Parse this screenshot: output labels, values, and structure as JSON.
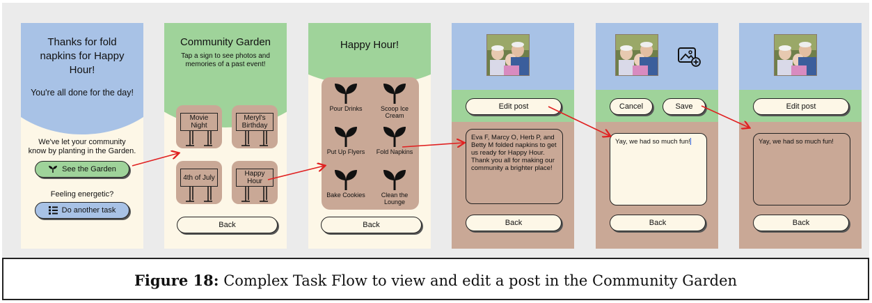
{
  "caption": {
    "label": "Figure 18:",
    "text": " Complex Task Flow to view and edit a post in the Community Garden"
  },
  "screen1": {
    "title_line1": "Thanks for fold",
    "title_line2": "napkins for Happy",
    "title_line3": "Hour!",
    "subtitle": "You're all done for the day!",
    "garden_msg_line1": "We've let your community",
    "garden_msg_line2": "know by planting in the Garden.",
    "see_garden_button": "See the Garden",
    "energetic_label": "Feeling energetic?",
    "another_task_button": "Do another task"
  },
  "screen2": {
    "title": "Community Garden",
    "subtitle_line1": "Tap a sign to see photos and",
    "subtitle_line2": "memories of a past event!",
    "signs": [
      {
        "line1": "Movie",
        "line2": "Night"
      },
      {
        "line1": "Meryl's",
        "line2": "Birthday"
      },
      {
        "line1": "4th of July",
        "line2": ""
      },
      {
        "line1": "Happy",
        "line2": "Hour"
      }
    ],
    "back_button": "Back"
  },
  "screen3": {
    "title": "Happy Hour!",
    "tasks": [
      {
        "line1": "Pour Drinks",
        "line2": ""
      },
      {
        "line1": "Scoop Ice",
        "line2": "Cream"
      },
      {
        "line1": "Put Up Flyers",
        "line2": ""
      },
      {
        "line1": "Fold Napkins",
        "line2": ""
      },
      {
        "line1": "Bake Cookies",
        "line2": ""
      },
      {
        "line1": "Clean the",
        "line2": "Lounge"
      }
    ],
    "back_button": "Back"
  },
  "screen4": {
    "edit_button": "Edit post",
    "post_line1": "Eva F, Marcy O, Herb P, and",
    "post_line2": "Betty M folded napkins to get",
    "post_line3": "us ready for Happy Hour.",
    "post_line4": "Thank you all for making our",
    "post_line5": "community a brighter place!",
    "back_button": "Back"
  },
  "screen5": {
    "cancel_button": "Cancel",
    "save_button": "Save",
    "edit_text": "Yay, we had so much fun!",
    "back_button": "Back"
  },
  "screen6": {
    "edit_button": "Edit post",
    "post_text": "Yay, we had so much fun!",
    "back_button": "Back"
  },
  "colors": {
    "blue": "#a8c2e6",
    "green": "#9fd39a",
    "tan": "#c9a896",
    "cream": "#fdf7e7",
    "arrow": "#e02020"
  }
}
